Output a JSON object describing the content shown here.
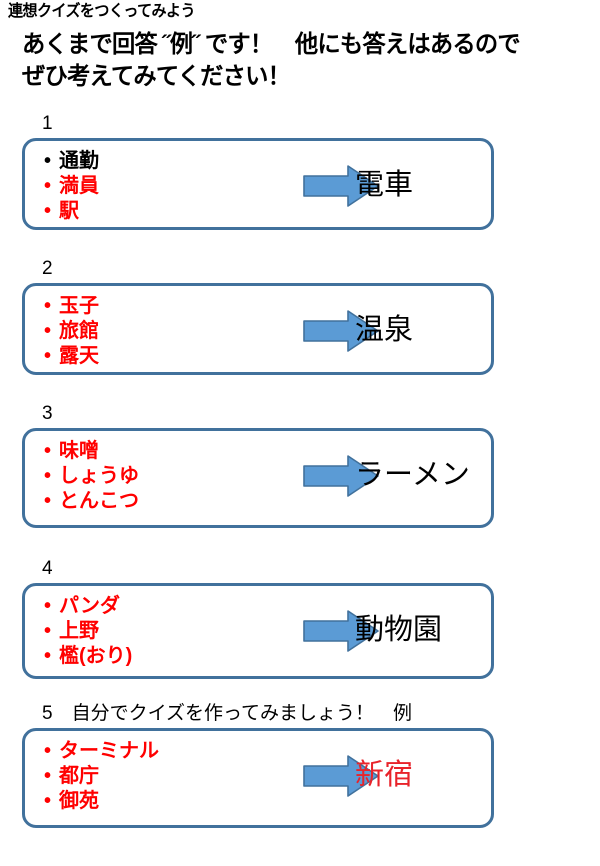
{
  "header": {
    "small_title": "連想クイズをつくってみよう",
    "line1": "あくまで回答 ˝例˝ です！　他にも答えはあるので",
    "line2": "ぜひ考えてみてください！"
  },
  "colors": {
    "card_border": "#41719C",
    "arrow_fill": "#5B9BD5",
    "arrow_stroke": "#41719C",
    "clue_red": "#FF0000",
    "clue_black": "#000000",
    "answer_black": "#000000",
    "answer_red": "#E8232A",
    "text_default": "#000000",
    "background": "#FFFFFF"
  },
  "arrow_icon_name": "right-arrow-icon",
  "quizzes": [
    {
      "number": "1",
      "caption": "1",
      "clues": [
        {
          "text": "通勤",
          "color": "#000000"
        },
        {
          "text": "満員",
          "color": "#FF0000"
        },
        {
          "text": "駅",
          "color": "#FF0000"
        }
      ],
      "answer": "電車",
      "answer_color": "#000000"
    },
    {
      "number": "2",
      "caption": "2",
      "clues": [
        {
          "text": "玉子",
          "color": "#FF0000"
        },
        {
          "text": "旅館",
          "color": "#FF0000"
        },
        {
          "text": "露天",
          "color": "#FF0000"
        }
      ],
      "answer": "温泉",
      "answer_color": "#000000"
    },
    {
      "number": "3",
      "caption": "3",
      "clues": [
        {
          "text": "味噌",
          "color": "#FF0000"
        },
        {
          "text": "しょうゆ",
          "color": "#FF0000"
        },
        {
          "text": "とんこつ",
          "color": "#FF0000"
        }
      ],
      "answer": "ラーメン",
      "answer_color": "#000000"
    },
    {
      "number": "4",
      "caption": "4",
      "clues": [
        {
          "text": "パンダ",
          "color": "#FF0000"
        },
        {
          "text": "上野",
          "color": "#FF0000"
        },
        {
          "text": "檻(おり)",
          "color": "#FF0000"
        }
      ],
      "answer": "動物園",
      "answer_color": "#000000"
    },
    {
      "number": "5",
      "caption": "5　自分でクイズを作ってみましょう！　例",
      "clues": [
        {
          "text": "ターミナル",
          "color": "#FF0000"
        },
        {
          "text": "都庁",
          "color": "#FF0000"
        },
        {
          "text": "御苑",
          "color": "#FF0000"
        }
      ],
      "answer": "新宿",
      "answer_color": "#E8232A"
    }
  ],
  "bullet_glyph": "•"
}
